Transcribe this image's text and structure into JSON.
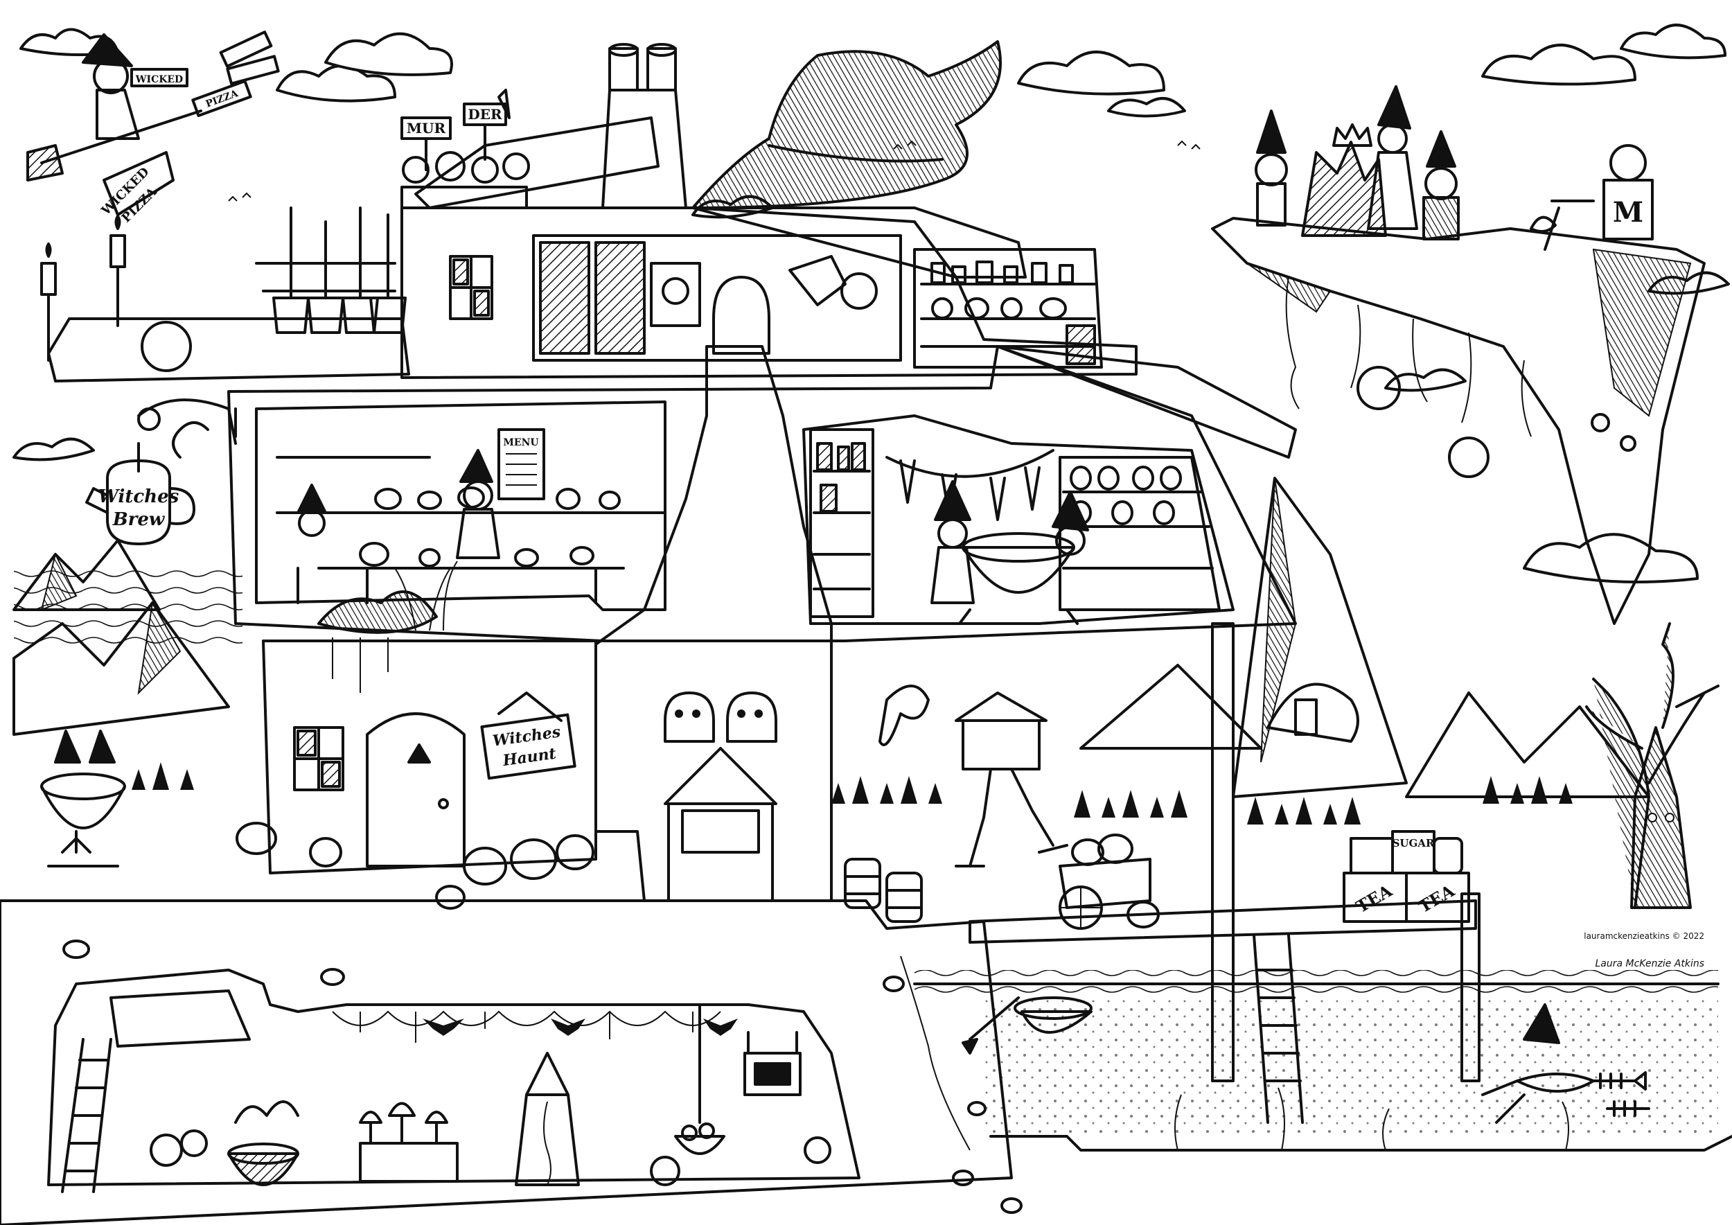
{
  "signs": {
    "witches_brew_line1": "Witches",
    "witches_brew_line2": "Brew",
    "witches_haunt_line1": "Witches",
    "witches_haunt_line2": "Haunt",
    "menu": "MENU",
    "mur": "MUR",
    "der": "DER",
    "wicked_pizza_line1": "WICKED",
    "wicked_pizza_line2": "PIZZA",
    "box_wicked": "WICKED",
    "box_pizza": "PIZZA",
    "crate_tea_left": "TEA",
    "crate_tea_right": "TEA",
    "crate_sugar": "SUGAR",
    "armor_letter": "M"
  },
  "signature": {
    "artist": "Laura McKenzie Atkins",
    "copyright": "lauramckenzieatkins © 2022"
  },
  "colors": {
    "ink": "#111111",
    "paper": "#ffffff"
  }
}
